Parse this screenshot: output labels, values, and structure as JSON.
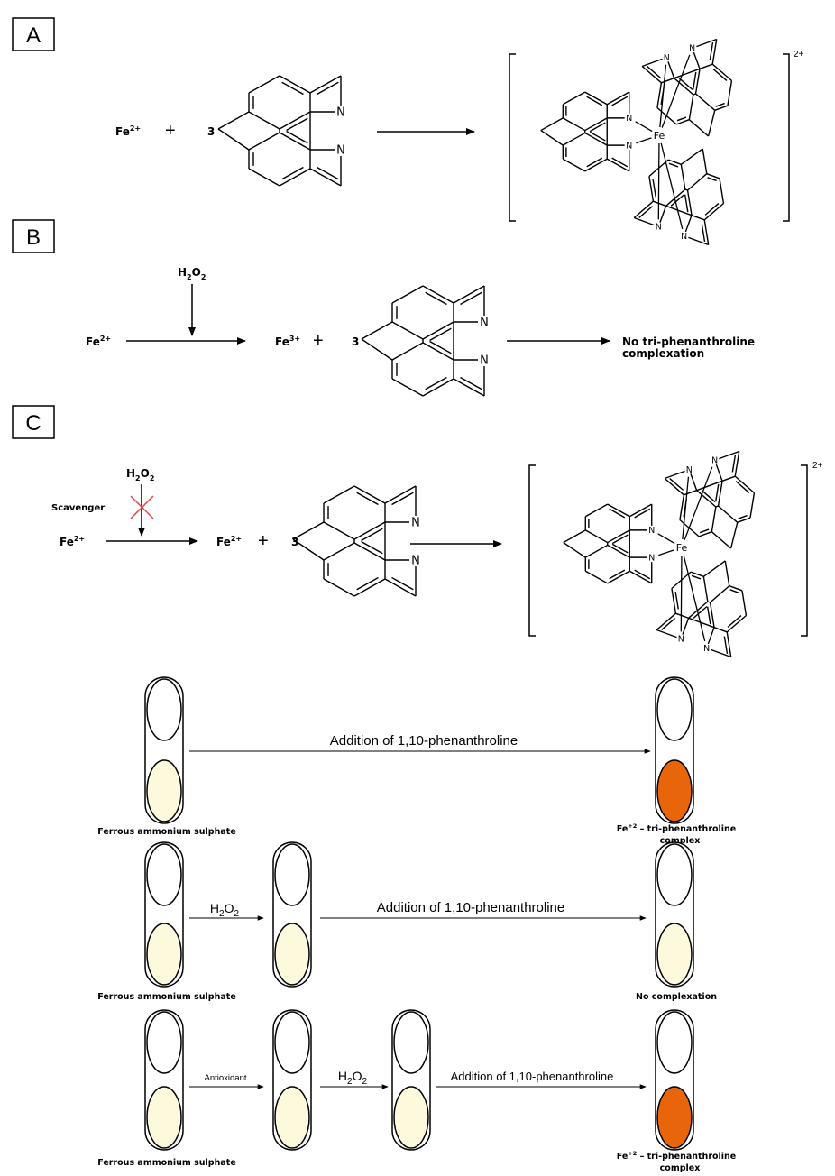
{
  "panels": {
    "A": {
      "label": "A",
      "reactant": "Fe",
      "reactant_charge": "2+",
      "plus": "+",
      "coefficient": "3",
      "complex_center": "Fe",
      "complex_charge": "2+",
      "nitrogen": "N"
    },
    "B": {
      "label": "B",
      "reagent": "H",
      "reagent_sub1": "2",
      "reagent_o": "O",
      "reagent_sub2": "2",
      "reactant": "Fe",
      "reactant_charge": "2+",
      "product": "Fe",
      "product_charge": "3+",
      "plus": "+",
      "coefficient": "3",
      "result_line1": "No tri-phenanthroline",
      "result_line2": "complexation",
      "nitrogen": "N"
    },
    "C": {
      "label": "C",
      "reagent": "H",
      "reagent_sub1": "2",
      "reagent_o": "O",
      "reagent_sub2": "2",
      "scavenger": "Scavenger",
      "reactant": "Fe",
      "reactant_charge": "2+",
      "product": "Fe",
      "product_charge": "2+",
      "plus": "+",
      "coefficient": "3",
      "complex_center": "Fe",
      "complex_charge": "2+",
      "nitrogen": "N"
    }
  },
  "tubes": {
    "colors": {
      "pale": "#fdf9dc",
      "orange": "#e8650a",
      "outline": "#000000"
    },
    "row1": {
      "start_label": "Ferrous ammonium sulphate",
      "arrow_label": "Addition of 1,10-phenanthroline",
      "end_label_fe": "Fe",
      "end_label_sup": "+2",
      "end_label_rest": " – tri-phenanthroline",
      "end_label_line2": "complex"
    },
    "row2": {
      "start_label": "Ferrous ammonium sulphate",
      "arrow1_h": "H",
      "arrow1_sub1": "2",
      "arrow1_o": "O",
      "arrow1_sub2": "2",
      "arrow2_label": "Addition of 1,10-phenanthroline",
      "end_label": "No complexation"
    },
    "row3": {
      "start_label": "Ferrous ammonium sulphate",
      "arrow1_label": "Antioxidant",
      "arrow2_h": "H",
      "arrow2_sub1": "2",
      "arrow2_o": "O",
      "arrow2_sub2": "2",
      "arrow3_label": "Addition of 1,10-phenanthroline",
      "end_label_fe": "Fe",
      "end_label_sup": "+2",
      "end_label_rest": " – tri-phenanthroline",
      "end_label_line2": "complex"
    }
  }
}
